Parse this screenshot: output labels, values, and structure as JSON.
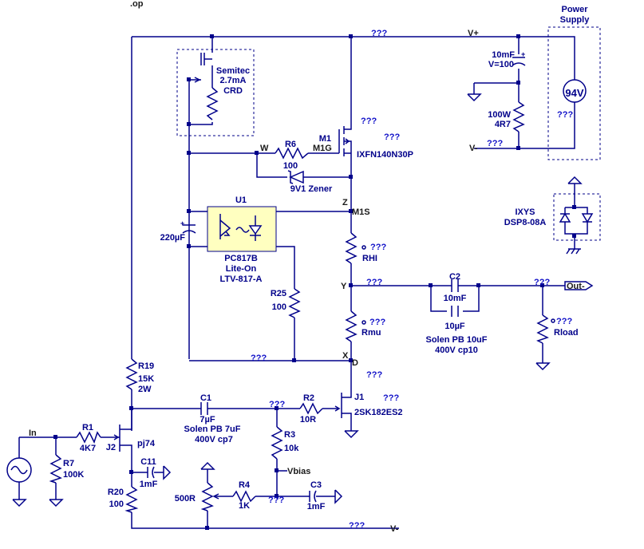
{
  "directive": ".op",
  "net_labels": {
    "vplus": "V+",
    "vminus_top": "V-",
    "vminus_bottom": "V-",
    "w": "W",
    "m1g": "M1G",
    "z": "Z",
    "m1s": "M1S",
    "y": "Y",
    "x": "X",
    "d": "D",
    "in": "In",
    "vbias": "Vbias",
    "out": "Out-"
  },
  "unknown": "???",
  "power_supply": {
    "title_line1": "Power",
    "title_line2": "Supply",
    "voltage": "94V"
  },
  "components": {
    "crd": {
      "line1": "Semitec",
      "line2": "2.7mA",
      "line3": "CRD"
    },
    "c_bulk": {
      "value1": "10mF",
      "value2": "V=100"
    },
    "r_bleed": {
      "value1": "100W",
      "value2": "4R7"
    },
    "r6": {
      "name": "R6",
      "value": "100"
    },
    "m1": {
      "name": "M1",
      "part": "IXFN140N30P"
    },
    "zener": {
      "label": "9V1 Zener"
    },
    "u1": {
      "name": "U1",
      "part": "PC817B",
      "line2": "Lite-On",
      "line3": "LTV-817-A"
    },
    "c220": {
      "value": "220µF"
    },
    "r25": {
      "name": "R25",
      "value": "100"
    },
    "rhi": {
      "name": "RHI"
    },
    "rmu": {
      "name": "Rmu"
    },
    "c2": {
      "name": "C2",
      "value": "10mF",
      "value_small": "10µF",
      "line1": "Solen PB 10uF",
      "line2": "400V cp10"
    },
    "rload": {
      "name": "Rload"
    },
    "ixys": {
      "line1": "IXYS",
      "line2": "DSP8-08A"
    },
    "r19": {
      "name": "R19",
      "value": "15K",
      "power": "2W"
    },
    "c1": {
      "name": "C1",
      "value": "7µF",
      "line1": "Solen PB 7uF",
      "line2": "400V cp7"
    },
    "r2": {
      "name": "R2",
      "value": "10R"
    },
    "j1": {
      "name": "J1",
      "part": "2SK182ES2"
    },
    "r1": {
      "name": "R1",
      "value": "4K7"
    },
    "j2": {
      "name": "J2",
      "part": "pj74"
    },
    "r7": {
      "name": "R7",
      "value": "100K"
    },
    "c11": {
      "name": "C11",
      "value": "1mF"
    },
    "r20": {
      "name": "R20",
      "value": "100"
    },
    "r3": {
      "name": "R3",
      "value": "10k"
    },
    "pot": {
      "value": "500R"
    },
    "r4": {
      "name": "R4",
      "value": "1K"
    },
    "c3": {
      "name": "C3",
      "value": "1mF"
    }
  }
}
